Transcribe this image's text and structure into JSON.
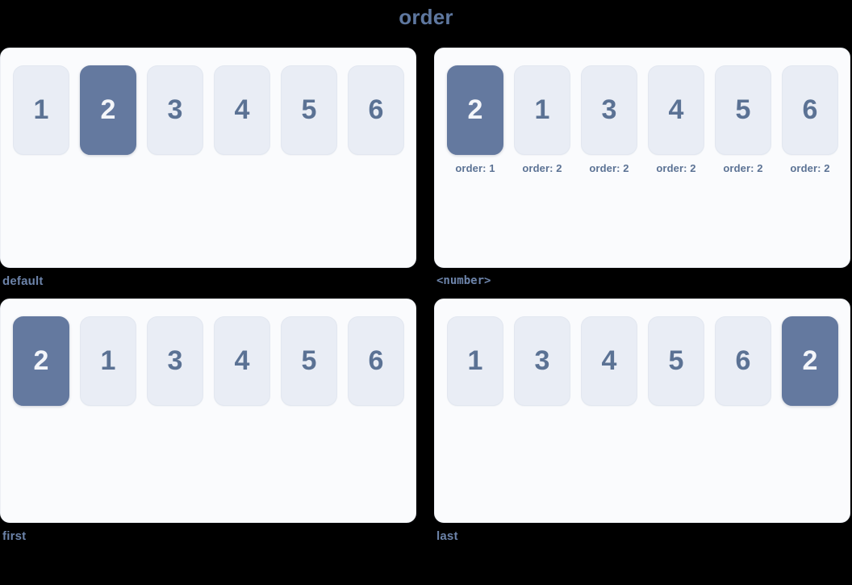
{
  "title": "order",
  "colors": {
    "page_background": "#000000",
    "panel_background": "#fafbfd",
    "box_default": "#e9edf5",
    "box_active": "#64799f",
    "text_slate": "#5b7294",
    "title": "#5e779f",
    "label": "#6c83a9"
  },
  "panels": [
    {
      "id": "default",
      "label": "default",
      "label_style": "plain",
      "items": [
        {
          "value": "1",
          "active": false,
          "caption": null
        },
        {
          "value": "2",
          "active": true,
          "caption": null
        },
        {
          "value": "3",
          "active": false,
          "caption": null
        },
        {
          "value": "4",
          "active": false,
          "caption": null
        },
        {
          "value": "5",
          "active": false,
          "caption": null
        },
        {
          "value": "6",
          "active": false,
          "caption": null
        }
      ]
    },
    {
      "id": "number",
      "label": "<number>",
      "label_style": "mono",
      "items": [
        {
          "value": "2",
          "active": true,
          "caption": "order: 1"
        },
        {
          "value": "1",
          "active": false,
          "caption": "order: 2"
        },
        {
          "value": "3",
          "active": false,
          "caption": "order: 2"
        },
        {
          "value": "4",
          "active": false,
          "caption": "order: 2"
        },
        {
          "value": "5",
          "active": false,
          "caption": "order: 2"
        },
        {
          "value": "6",
          "active": false,
          "caption": "order: 2"
        }
      ]
    },
    {
      "id": "first",
      "label": "first",
      "label_style": "plain",
      "items": [
        {
          "value": "2",
          "active": true,
          "caption": null
        },
        {
          "value": "1",
          "active": false,
          "caption": null
        },
        {
          "value": "3",
          "active": false,
          "caption": null
        },
        {
          "value": "4",
          "active": false,
          "caption": null
        },
        {
          "value": "5",
          "active": false,
          "caption": null
        },
        {
          "value": "6",
          "active": false,
          "caption": null
        }
      ]
    },
    {
      "id": "last",
      "label": "last",
      "label_style": "plain",
      "items": [
        {
          "value": "1",
          "active": false,
          "caption": null
        },
        {
          "value": "3",
          "active": false,
          "caption": null
        },
        {
          "value": "4",
          "active": false,
          "caption": null
        },
        {
          "value": "5",
          "active": false,
          "caption": null
        },
        {
          "value": "6",
          "active": false,
          "caption": null
        },
        {
          "value": "2",
          "active": true,
          "caption": null
        }
      ]
    }
  ]
}
